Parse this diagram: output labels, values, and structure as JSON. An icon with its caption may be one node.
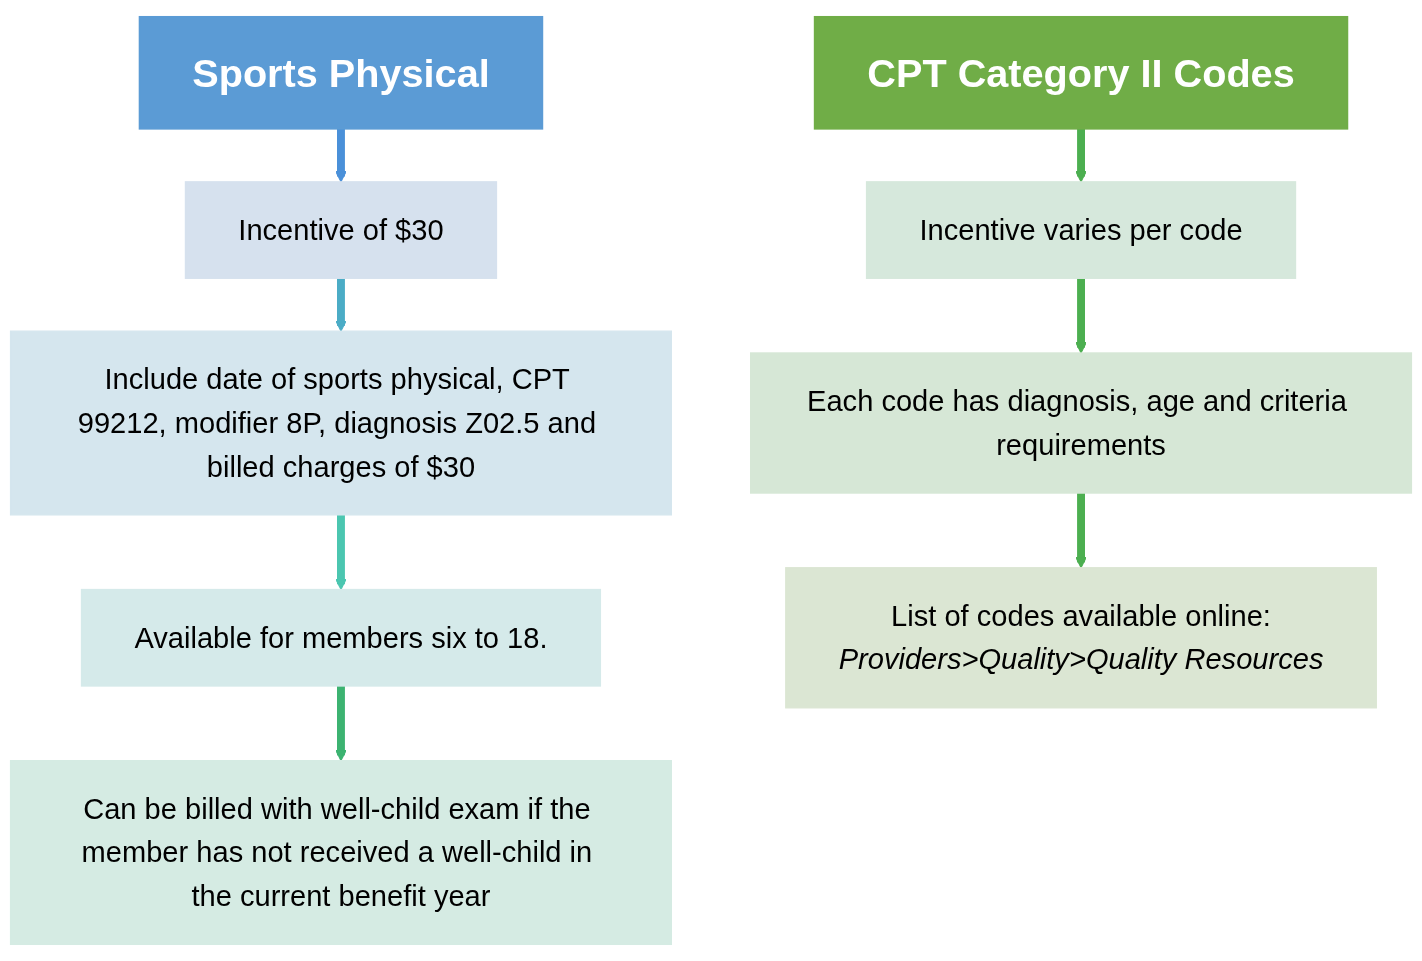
{
  "diagram": {
    "nodes": [
      {
        "text": [
          "Sports Physical"
        ]
      },
      {
        "text": [
          "Incentive of $30"
        ]
      },
      {
        "text": [
          "Include date of sports physical, CPT 99212, modifier 8P, diagnosis Z02.5 and billed charges of $30"
        ]
      },
      {
        "text": [
          "Available for members six to 18."
        ]
      },
      {
        "text": [
          "Can be billed with well-child exam if the member has not received a well-child in the current benefit year"
        ]
      },
      {
        "text": [
          "CPT Category II Codes"
        ]
      },
      {
        "text": [
          "Incentive varies per code"
        ]
      },
      {
        "text": [
          "Each code has diagnosis, age and criteria requirements"
        ]
      },
      {
        "text": [
          "List of codes available online:",
          "Providers>Quality>Quality Resources"
        ]
      }
    ],
    "edges": [
      {
        "from": 0,
        "to": 1,
        "arrow": "to",
        "color": "#4a90d9"
      },
      {
        "from": 1,
        "to": 2,
        "arrow": "to",
        "color": "#4bacc6"
      },
      {
        "from": 2,
        "to": 3,
        "arrow": "to",
        "color": "#4bc6b0"
      },
      {
        "from": 3,
        "to": 4,
        "arrow": "to",
        "color": "#3cb371"
      },
      {
        "from": 5,
        "to": 6,
        "arrow": "to"
      },
      {
        "from": 6,
        "to": 7,
        "arrow": "to"
      },
      {
        "from": 7,
        "to": 8,
        "arrow": "to"
      }
    ]
  }
}
